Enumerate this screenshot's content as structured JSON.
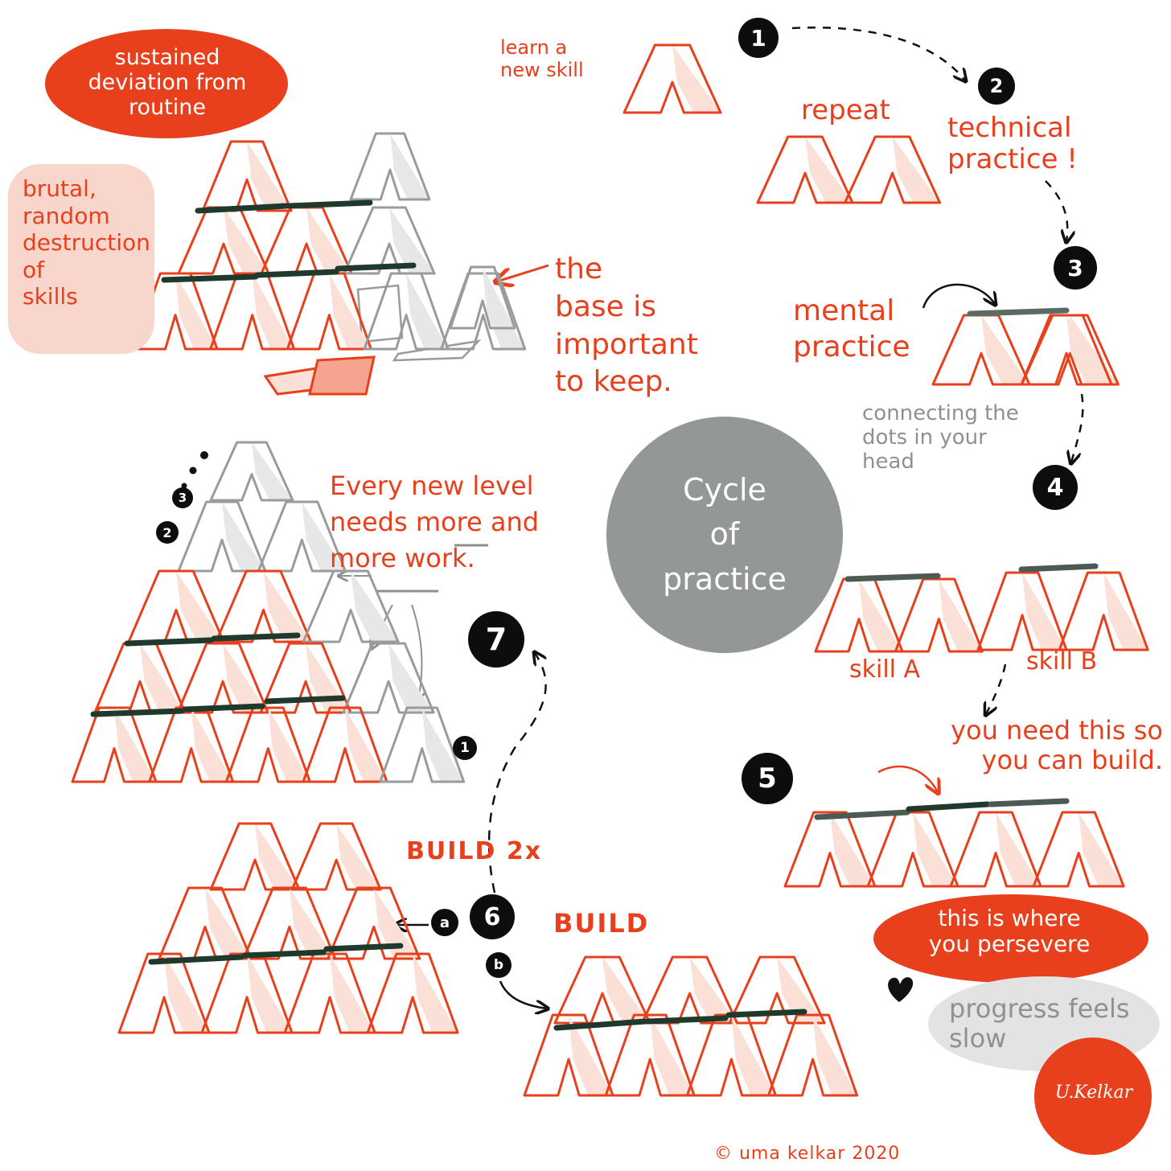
{
  "center_title": "Cycle\nof\npractice",
  "steps": {
    "s1": "1",
    "s2": "2",
    "s3": "3",
    "s4": "4",
    "s5": "5",
    "s6": "6",
    "s7": "7",
    "sub_a": "a",
    "sub_b": "b",
    "lvl1": "1",
    "lvl2": "2",
    "lvl3": "3"
  },
  "labels": {
    "learn_skill": "learn a\nnew skill",
    "repeat": "repeat",
    "technical_practice": "technical\npractice !",
    "mental_practice": "mental\npractice",
    "connecting_dots": "connecting the\ndots in your\nhead",
    "skill_a": "skill A",
    "skill_b": "skill B",
    "you_need_this": "you need this so\nyou can build.",
    "persevere": "this is where\nyou persevere",
    "progress_slow": "progress feels\nslow",
    "build": "BUILD",
    "build_2x": "BUILD 2x",
    "every_new_level": "Every new level\nneeds more and\nmore work.",
    "sustained_deviation": "sustained\ndeviation from\nroutine",
    "brutal_random": "brutal,\nrandom\ndestruction\nof\nskills",
    "base_important": "the\nbase is\nimportant\nto keep.",
    "copyright": "© uma kelkar 2020",
    "signature": "U.Kelkar"
  },
  "colors": {
    "accent_red": "#e8401c",
    "card_grey": "#9a9c9b",
    "bar_dark": "#1f3a2c",
    "badge_black": "#0d0d0d",
    "center_grey": "#939795",
    "pink_highlight": "#f9d6cb"
  }
}
